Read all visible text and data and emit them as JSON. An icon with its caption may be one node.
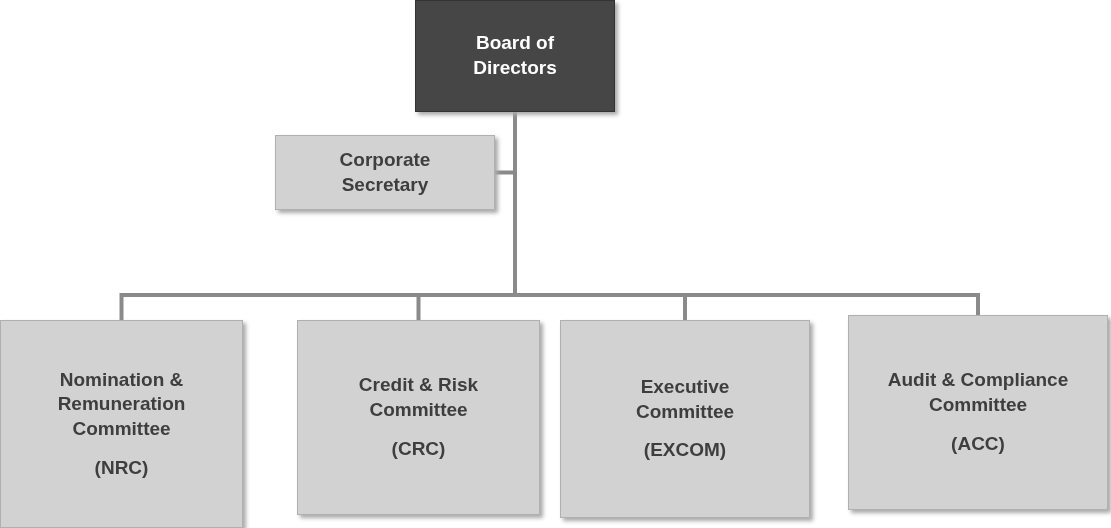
{
  "diagram": {
    "nodes": [
      {
        "text": [
          "Board of Directors"
        ]
      },
      {
        "text": [
          "Corporate Secretary"
        ]
      },
      {
        "text": [
          "Nomination & Remuneration Committee",
          "(NRC)"
        ]
      },
      {
        "text": [
          "Credit & Risk Committee",
          "(CRC)"
        ]
      },
      {
        "text": [
          "Executive Committee",
          "(EXCOM)"
        ]
      },
      {
        "text": [
          "Audit & Compliance Committee",
          "(ACC)"
        ]
      }
    ],
    "edges": [
      {
        "from": 0,
        "to": 1,
        "arrow": "none"
      },
      {
        "from": 0,
        "to": 2,
        "arrow": "none"
      },
      {
        "from": 0,
        "to": 3,
        "arrow": "none"
      },
      {
        "from": 0,
        "to": 4,
        "arrow": "none"
      },
      {
        "from": 0,
        "to": 5,
        "arrow": "none"
      }
    ]
  }
}
